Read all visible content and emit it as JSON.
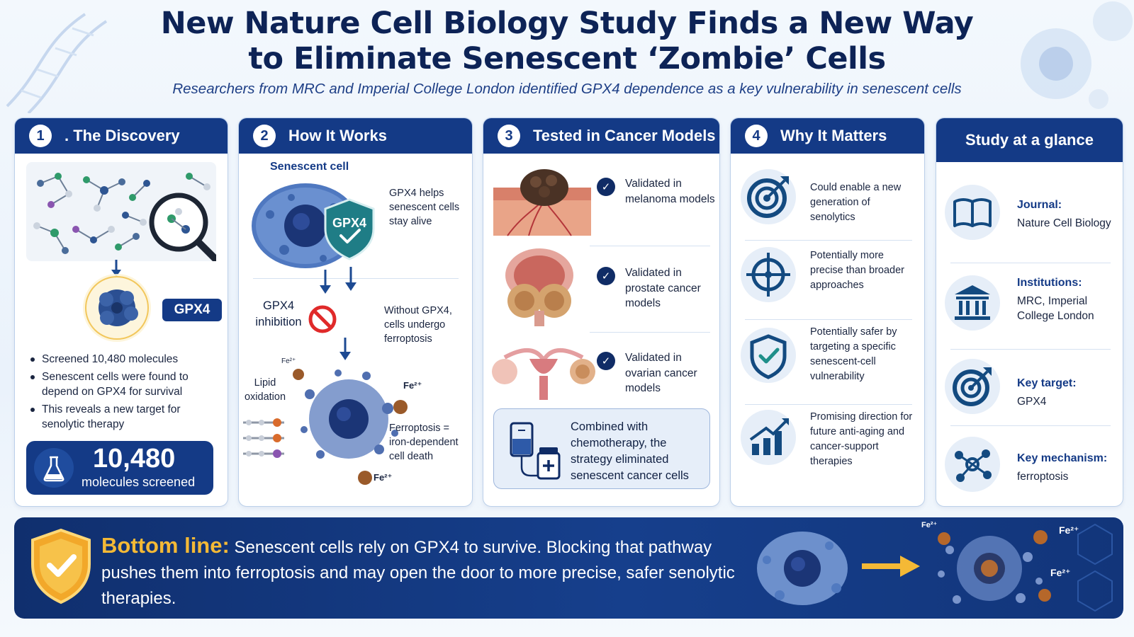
{
  "header": {
    "title_line1": "New Nature Cell Biology Study Finds a New Way",
    "title_line2": "to Eliminate Senescent ‘Zombie’ Cells",
    "subtitle": "Researchers from MRC and Imperial College London identified GPX4 dependence as a key vulnerability in senescent cells"
  },
  "panel1": {
    "number": "1",
    "title": ". The Discovery",
    "badge": "GPX4",
    "bullets": [
      "Screened 10,480 molecules",
      "Senescent cells were found to depend on GPX4 for survival",
      "This reveals a new target for senolytic therapy"
    ],
    "stat_value": "10,480",
    "stat_label": "molecules screened"
  },
  "panel2": {
    "number": "2",
    "title": "How It Works",
    "cell_label": "Senescent cell",
    "shield_label": "GPX4",
    "helps_text": "GPX4 helps senescent cells stay alive",
    "inhibition_label": "GPX4 inhibition",
    "without_text": "Without GPX4, cells undergo ferroptosis",
    "lipid_label": "Lipid oxidation",
    "fe_label": "Fe²⁺",
    "ferroptosis_text": "Ferroptosis = iron-dependent cell death"
  },
  "panel3": {
    "number": "3",
    "title": "Tested in Cancer Models",
    "items": [
      "Validated in melanoma models",
      "Validated in prostate cancer models",
      "Validated in ovarian cancer models"
    ],
    "combo_text": "Combined with chemotherapy, the strategy eliminated senescent cancer cells"
  },
  "panel4": {
    "number": "4",
    "title": "Why It Matters",
    "items": [
      "Could enable a new generation of senolytics",
      "Potentially more precise than broader approaches",
      "Potentially safer by targeting a specific senescent-cell vulnerability",
      "Promising direction for future anti-aging and cancer-support therapies"
    ]
  },
  "panel5": {
    "title": "Study at a glance",
    "rows": [
      {
        "label": "Journal:",
        "value": "Nature Cell Biology"
      },
      {
        "label": "Institutions:",
        "value": "MRC, Imperial College London"
      },
      {
        "label": "Key target:",
        "value": "GPX4"
      },
      {
        "label": "Key mechanism:",
        "value": "ferroptosis"
      }
    ]
  },
  "bottom": {
    "lead": "Bottom line:",
    "text": "Senescent cells rely on GPX4 to survive. Blocking that pathway pushes them into ferroptosis and may open the door to more precise, safer senolytic therapies.",
    "fe_label": "Fe²⁺"
  },
  "colors": {
    "navy": "#143a86",
    "dark_navy": "#0d2356",
    "gold": "#f4b936",
    "red": "#e02a2a"
  }
}
